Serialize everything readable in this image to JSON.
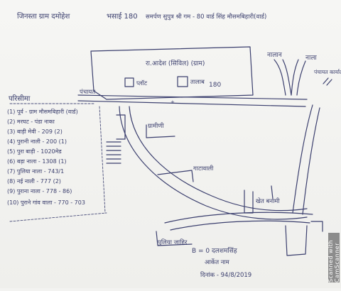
{
  "header": {
    "left_text": "जिनस्ता ग्राम दमोहेश",
    "center_text": "भसाई 180",
    "right_text": "समर्पण सुपुत्र श्री गम - 80 वार्ड सिंह मौसमबिहारी(वार्ड)"
  },
  "map_labels": {
    "top_block": "रा.आदेश (सिविल) (ग्राम)",
    "pond_label": "तालाब",
    "plot_main": "प्लॉट",
    "plot_main_num": "180",
    "top_left_label": "पंचायत",
    "river_label": "नालान",
    "canal_label": "नाला",
    "right_edge": "पंचायत कार्यालय",
    "mid_hut": "ग्रामीणी",
    "mid_plot": "गाटावाली",
    "lower_right": "खेत बनामी",
    "lower_left": "पुलिया जाहिर",
    "sign_line1": "B = 0 दलशमसिंह",
    "sign_line2": "आर्केत नाम",
    "sign_line3": "दिनांक - 94/8/2019"
  },
  "legend": {
    "title": "परिसीमा",
    "items": [
      "(1) पूर्व - ग्राम मौसमबिहारी (वार्ड)",
      "(2) मरघट - पंडा नाका",
      "(3) बाड़ी मेवी - 209 (2)",
      "(4) पुरानी नाली - 200 (1)",
      "(5) पुरा बाड़ी - 1020मेड",
      "(6) बड़ा नाला - 1308 (1)",
      "(7) पुलिया नाला - 743/1",
      "(8) नई नाली - 777 (2)",
      "(9) पुराना नाला - 778 - 86)",
      "(10) पुराने गांव वाला - 770 - 703"
    ]
  },
  "watermark": "Scanned with CamScanner"
}
